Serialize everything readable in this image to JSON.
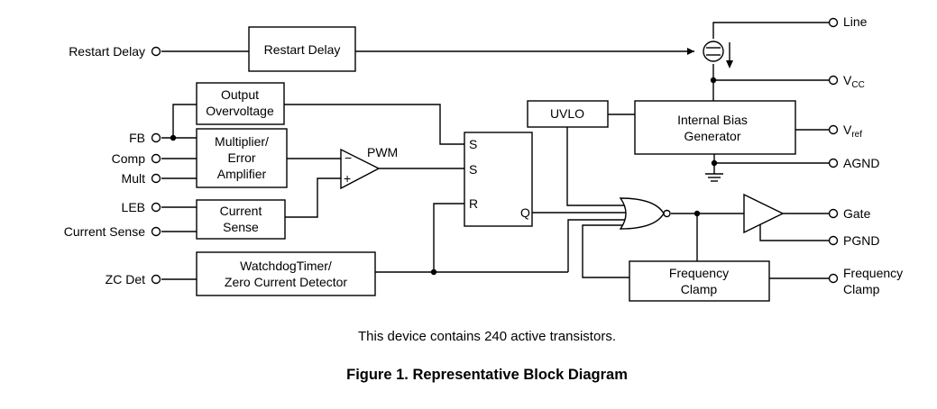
{
  "pins": {
    "restart_delay": "Restart Delay",
    "fb": "FB",
    "comp": "Comp",
    "mult": "Mult",
    "leb": "LEB",
    "current_sense": "Current Sense",
    "zc_det": "ZC Det",
    "line": "Line",
    "vcc_main": "V",
    "vcc_sub": "CC",
    "vref_main": "V",
    "vref_sub": "ref",
    "agnd": "AGND",
    "gate": "Gate",
    "pgnd": "PGND",
    "freq_clamp": [
      "Frequency",
      "Clamp"
    ]
  },
  "blocks": {
    "restart_delay": [
      "Restart Delay"
    ],
    "output_overvoltage": [
      "Output",
      "Overvoltage"
    ],
    "multiplier": [
      "Multiplier/",
      "Error",
      "Amplifier"
    ],
    "current_sense": [
      "Current",
      "Sense"
    ],
    "watchdog": [
      "WatchdogTimer/",
      "Zero Current Detector"
    ],
    "uvlo": [
      "UVLO"
    ],
    "internal_bias": [
      "Internal Bias",
      "Generator"
    ],
    "frequency_clamp": [
      "Frequency",
      "Clamp"
    ]
  },
  "latch": {
    "s1": "S",
    "s2": "S",
    "r": "R",
    "q": "Q"
  },
  "comparator": {
    "label": "PWM",
    "minus": "−",
    "plus": "+"
  },
  "note": "This device contains 240 active transistors.",
  "caption": "Figure 1. Representative Block Diagram"
}
